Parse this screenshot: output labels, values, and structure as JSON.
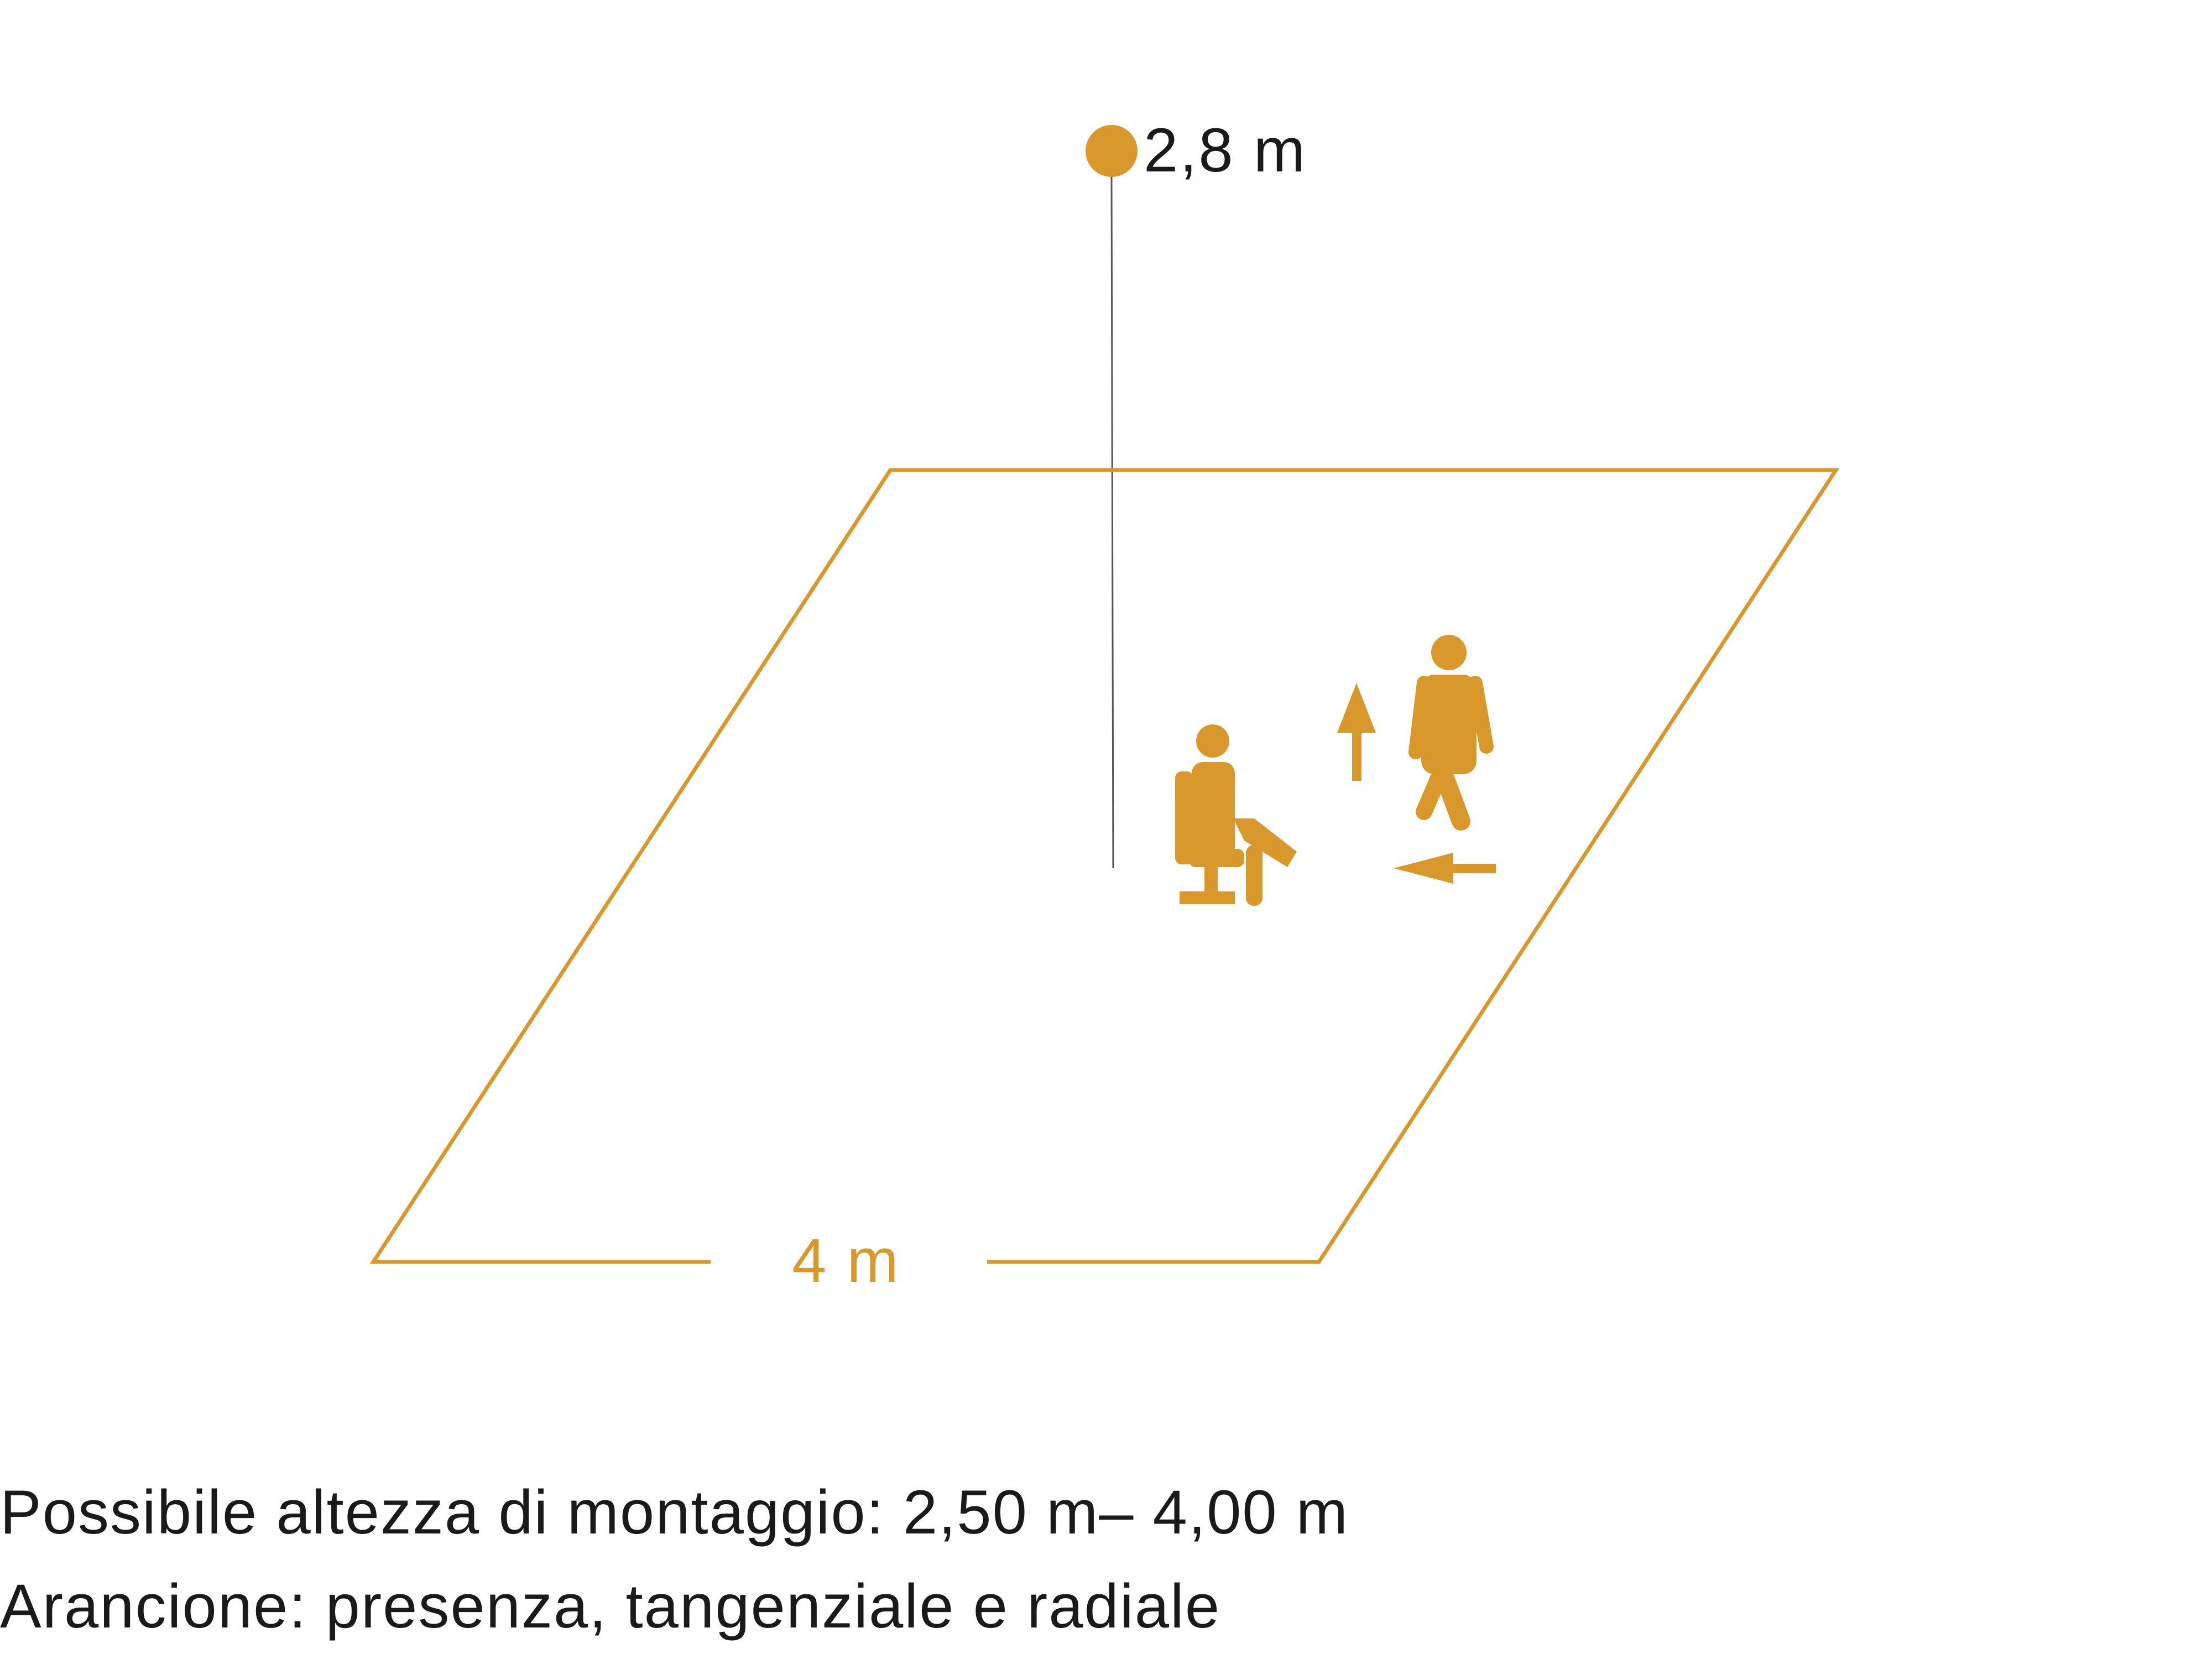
{
  "colors": {
    "accent": "#d9982b",
    "text": "#1a1a1a",
    "line": "#555555"
  },
  "sensor": {
    "height_label": "2,8 m",
    "icon": "sensor-dot-icon"
  },
  "area": {
    "width_label": "4 m"
  },
  "icons": {
    "seated_person": "seated-person-icon",
    "walking_person": "walking-person-icon",
    "arrow_up": "arrow-up-icon",
    "arrow_left": "arrow-left-icon"
  },
  "caption": {
    "line1": "Possibile altezza di montaggio: 2,50 m– 4,00 m",
    "line2": "Arancione: presenza, tangenziale e radiale"
  }
}
